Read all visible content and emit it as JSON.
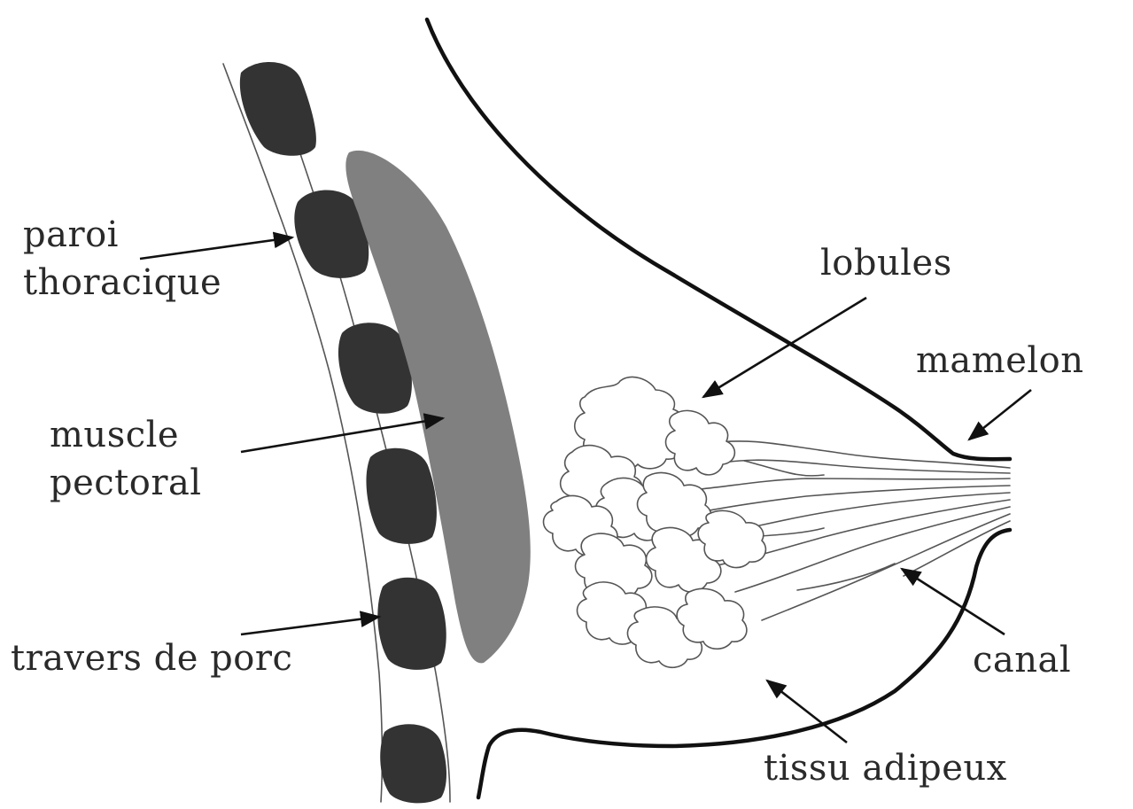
{
  "diagram": {
    "labels": {
      "chest_wall": [
        "paroi",
        "thoracique"
      ],
      "pectoral_muscle": [
        "muscle",
        "pectoral"
      ],
      "ribs": "travers de porc",
      "lobules": "lobules",
      "nipple": "mamelon",
      "duct": "canal",
      "fat_tissue": "tissu adipeux"
    },
    "colors": {
      "rib": "#333333",
      "muscle": "#808080",
      "outline": "#111111",
      "tissue_lines": "#555555",
      "text": "#2a2a2a"
    }
  }
}
